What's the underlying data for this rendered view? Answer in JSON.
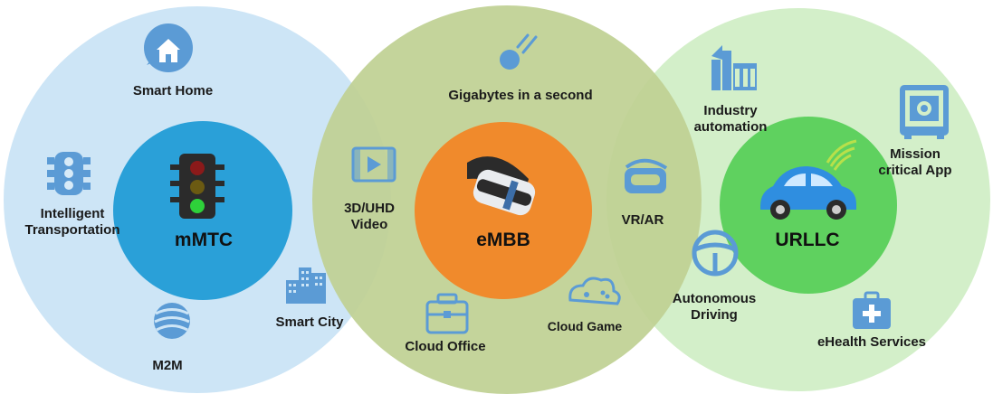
{
  "colors": {
    "mmtc_outer": "#cde5f6",
    "embb_outer": "#bfd193",
    "urllc_outer": "#d3efc9",
    "mmtc_core": "#2aa0d8",
    "embb_core": "#f08a2c",
    "urllc_core": "#5fd15f",
    "icon_blue": "#5b9bd5"
  },
  "cores": {
    "mmtc": "mMTC",
    "embb": "eMBB",
    "urllc": "URLLC"
  },
  "labels": {
    "smart_home": "Smart Home",
    "intelligent_1": "Intelligent",
    "intelligent_2": "Transportation",
    "m2m": "M2M",
    "smart_city": "Smart City",
    "video_1": "3D/UHD",
    "video_2": "Video",
    "gigabytes": "Gigabytes in a second",
    "cloud_office": "Cloud Office",
    "cloud_game": "Cloud Game",
    "vr_ar": "VR/AR",
    "industry_1": "Industry",
    "industry_2": "automation",
    "mission_1": "Mission",
    "mission_2": "critical App",
    "auto_1": "Autonomous",
    "auto_2": "Driving",
    "ehealth": "eHealth Services"
  },
  "icons": [
    "house-icon",
    "traffic-light-icon",
    "m2m-sphere-icon",
    "buildings-icon",
    "video-icon",
    "meteor-icon",
    "vr-headset-icon",
    "briefcase-icon",
    "gamepad-cloud-icon",
    "factory-icon",
    "safe-icon",
    "steering-wheel-icon",
    "medical-kit-icon",
    "car-icon"
  ]
}
